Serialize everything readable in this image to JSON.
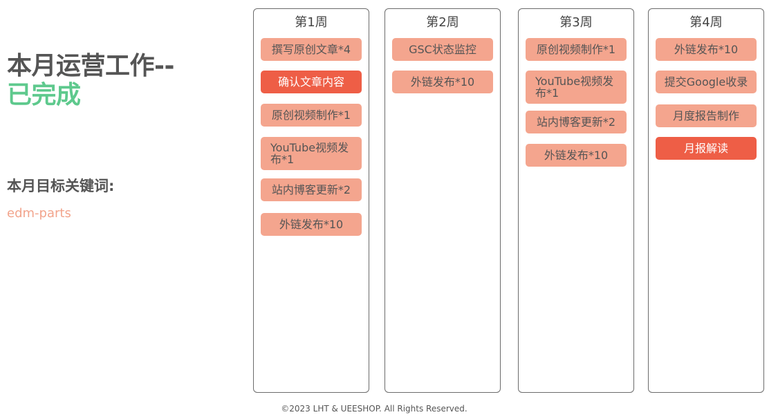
{
  "title": {
    "line1": "本月运营工作--",
    "line2": "已完成"
  },
  "keywords": {
    "label": "本月目标关键词:",
    "value": "edm-parts"
  },
  "weeks": [
    {
      "title": "第1周",
      "tasks": [
        {
          "label": "撰写原创文章*4",
          "active": false
        },
        {
          "label": "确认文章内容",
          "active": true
        },
        {
          "label": "原创视频制作*1",
          "active": false
        },
        {
          "label": "YouTube视频发布*1",
          "active": false
        },
        {
          "label": "站内博客更新*2",
          "active": false
        },
        {
          "label": "外链发布*10",
          "active": false
        }
      ]
    },
    {
      "title": "第2周",
      "tasks": [
        {
          "label": "GSC状态监控",
          "active": false
        },
        {
          "label": "外链发布*10",
          "active": false
        }
      ]
    },
    {
      "title": "第3周",
      "tasks": [
        {
          "label": "原创视频制作*1",
          "active": false
        },
        {
          "label": "YouTube视频发布*1",
          "active": false
        },
        {
          "label": "站内博客更新*2",
          "active": false
        },
        {
          "label": "外链发布*10",
          "active": false
        }
      ]
    },
    {
      "title": "第4周",
      "tasks": [
        {
          "label": "外链发布*10",
          "active": false
        },
        {
          "label": "提交Google收录",
          "active": false
        },
        {
          "label": "月度报告制作",
          "active": false
        },
        {
          "label": "月报解读",
          "active": true
        }
      ]
    }
  ],
  "colors": {
    "task": "#f4a58e",
    "task_active": "#ee5e46",
    "title_green": "#5ec98d",
    "keyword": "#f2a48c"
  },
  "footer": "©2023 LHT & UEESHOP. All Rights Reserved."
}
